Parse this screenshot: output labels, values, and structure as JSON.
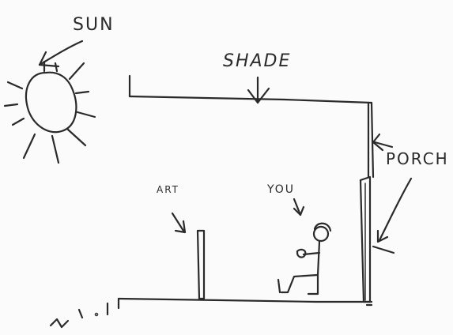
{
  "labels": {
    "sun": "SUN",
    "shade": "SHADE",
    "porch": "PORCH",
    "you": "YOU",
    "art": "ART"
  }
}
